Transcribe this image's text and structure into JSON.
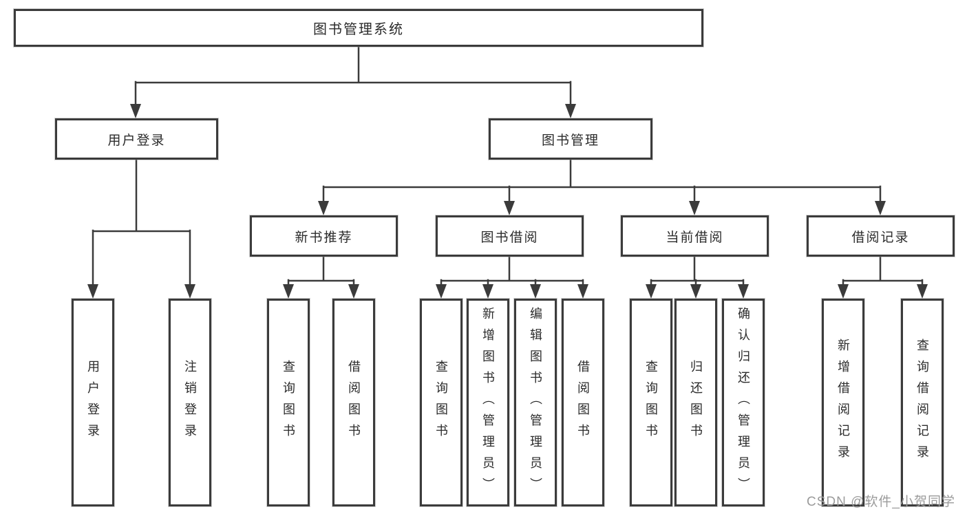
{
  "tree": {
    "root": {
      "label": "图书管理系统",
      "children": [
        {
          "label": "用户登录",
          "children": [
            {
              "label": "用户登录"
            },
            {
              "label": "注销登录"
            }
          ]
        },
        {
          "label": "图书管理",
          "children": [
            {
              "label": "新书推荐",
              "children": [
                {
                  "label": "查询图书"
                },
                {
                  "label": "借阅图书"
                }
              ]
            },
            {
              "label": "图书借阅",
              "children": [
                {
                  "label": "查询图书"
                },
                {
                  "label": "新增图书（管理员）"
                },
                {
                  "label": "编辑图书（管理员）"
                },
                {
                  "label": "借阅图书"
                }
              ]
            },
            {
              "label": "当前借阅",
              "children": [
                {
                  "label": "查询图书"
                },
                {
                  "label": "归还图书"
                },
                {
                  "label": "确认归还（管理员）"
                }
              ]
            },
            {
              "label": "借阅记录",
              "children": [
                {
                  "label": "新增借阅记录"
                },
                {
                  "label": "查询借阅记录"
                }
              ]
            }
          ]
        }
      ]
    }
  },
  "watermark": {
    "text": "CSDN @软件_小贺同学"
  },
  "colors": {
    "line": "#3b3b3b",
    "border": "#3b3b3b",
    "text": "#2b2b2b",
    "watermark": "#9b9b9b",
    "background": "#ffffff"
  }
}
